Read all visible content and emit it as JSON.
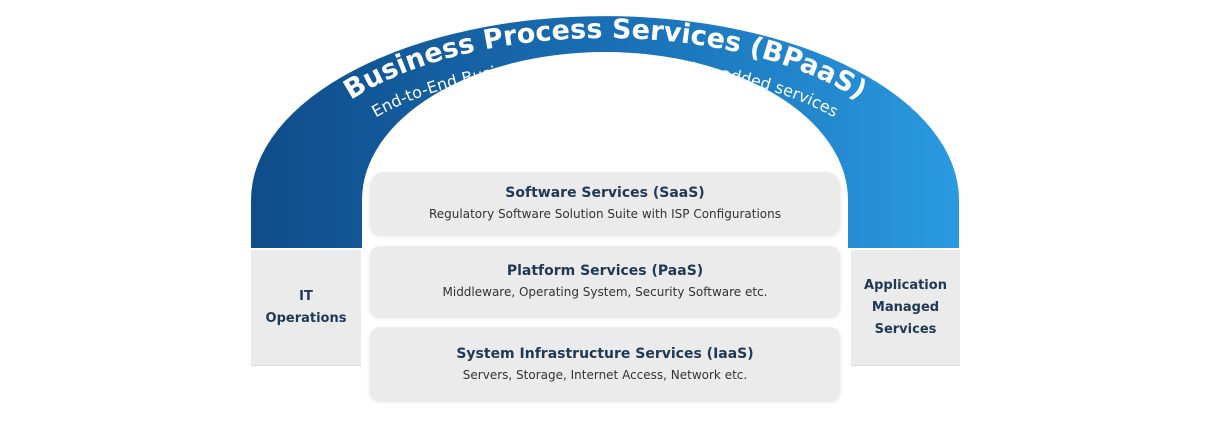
{
  "arch": {
    "title": "Business Process Services (BPaaS)",
    "subtitle": "End-to-End Business Process through value-added services",
    "gradient_start": "#0f4c8a",
    "gradient_mid": "#1a72b8",
    "gradient_end": "#2a9ae0"
  },
  "layers": [
    {
      "title": "Software Services (SaaS)",
      "description": "Regulatory Software Solution Suite with ISP Configurations"
    },
    {
      "title": "Platform Services (PaaS)",
      "description": "Middleware, Operating System, Security Software etc."
    },
    {
      "title": "System Infrastructure Services (IaaS)",
      "description": "Servers, Storage, Internet Access, Network etc."
    }
  ],
  "pillars": {
    "left": {
      "line1": "IT",
      "line2": "Operations"
    },
    "right": {
      "line1": "Application",
      "line2": "Managed",
      "line3": "Services"
    }
  },
  "colors": {
    "box_fill": "#ebebeb",
    "heading_text": "#1f3855",
    "body_text": "#333333"
  }
}
